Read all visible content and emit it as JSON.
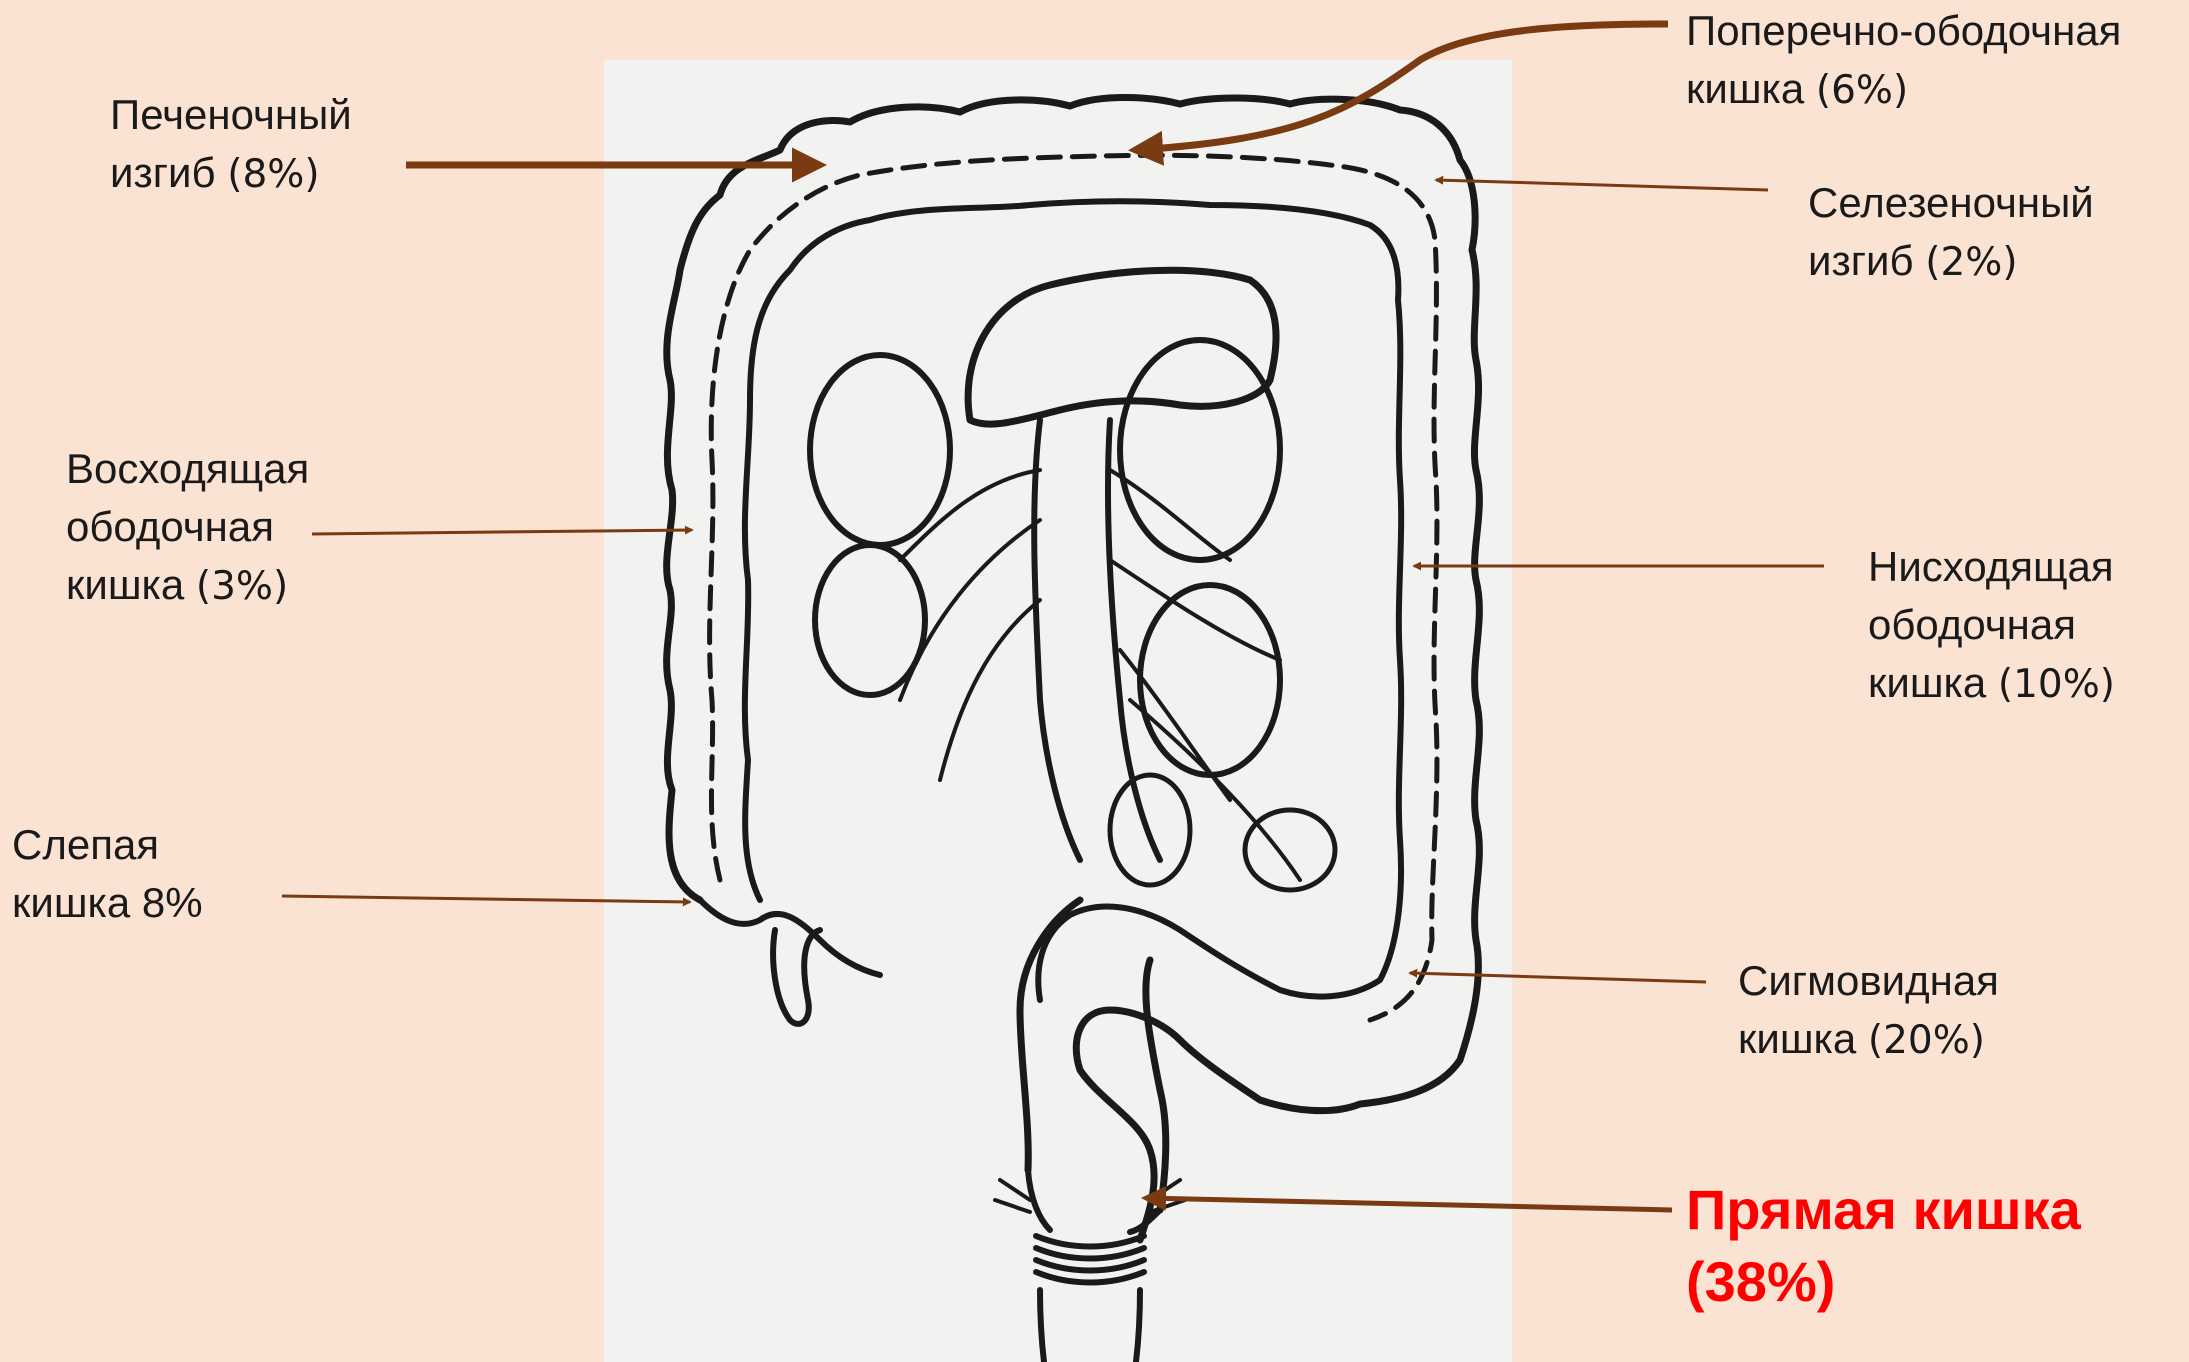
{
  "colors": {
    "background": "#fbe3d4",
    "arrow": "#7a3a12",
    "highlight": "#ff0000",
    "drawing": "#1a1a1a"
  },
  "labels": {
    "hepatic_flexure": {
      "line1": "Печеночный",
      "line2": "изгиб",
      "pct": "(8%)"
    },
    "transverse_colon": {
      "line1": "Поперечно-ободочная",
      "line2": "кишка",
      "pct": "(6%)"
    },
    "splenic_flexure": {
      "line1": "Селезеночный",
      "line2": "изгиб",
      "pct": "(2%)"
    },
    "ascending_colon": {
      "line1": "Восходящая",
      "line2": "ободочная",
      "line3": "кишка",
      "pct": "(3%)"
    },
    "descending_colon": {
      "line1": "Нисходящая",
      "line2": "ободочная",
      "line3": "кишка",
      "pct": "(10%)"
    },
    "cecum": {
      "line1": "Слепая",
      "line2": "кишка 8%"
    },
    "sigmoid_colon": {
      "line1": "Сигмовидная",
      "line2": "кишка",
      "pct": "(20%)"
    },
    "rectum": {
      "line1": "Прямая кишка",
      "line2": "(38%)"
    }
  }
}
